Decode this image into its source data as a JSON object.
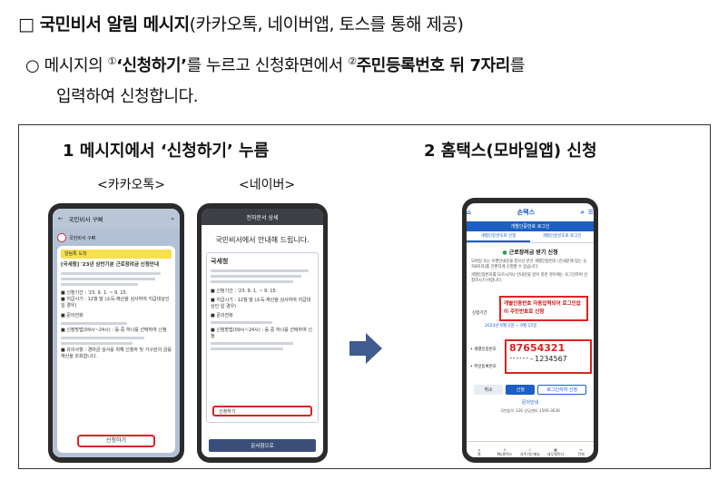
{
  "header": {
    "title_main": "□ 국민비서 알림 메시지",
    "title_sub": "(카카오톡, 네이버앱, 토스를 통해 제공)",
    "line2_a": "○ 메시지의 ",
    "sup1": "①",
    "line2_b": "‘신청하기’",
    "line2_c": "를 누르고 신청화면에서 ",
    "sup2": "②",
    "line2_d": "주민등록번호 뒤 7자리",
    "line2_e": "를",
    "line3": "입력하여 신청합니다."
  },
  "step1": {
    "heading": "1 메시지에서 ‘신청하기’ 누름",
    "kakao_label": "<카카오톡>",
    "naver_label": "<네이버>"
  },
  "step2": {
    "heading": "2 홈택스(모바일앱) 신청"
  },
  "kakao": {
    "chat_title": "국민비서 구삐",
    "sender": "국민비서 구삐",
    "notice": "알림톡 도착",
    "msg_title": "[국세청] '23년 상반기분 근로장려금 신청안내",
    "bullets": [
      "■ 신청기간 : '23. 9. 1. ~ 9. 15.",
      "■ 지급시기 : 12월 말 (소득·재산을 심사하여 지급대상인 일 경우)",
      "■ 문의전화",
      "■ 신청방법(09시~24시) : 등 중 하나를 선택하여 신청",
      "■ 유의사항 : 경마금 심사를 위해 신청자 및 가구원의 금융재산을 조회합니다."
    ],
    "apply_button": "신청하기"
  },
  "naver": {
    "top_title": "전자문서 상세",
    "intro": "국민비서에서 안내해 드립니다.",
    "org": "국세청",
    "bullets": [
      "■ 신청기간 : '23. 9. 1. ~ 9. 15.",
      "■ 지급시기 : 12월 말 (소득·재산을 심사하여 지급대상인 일 경우)",
      "■ 문의전화",
      "■ 신청방법(09시~24시) : 등 중 하나를 선택하여 신청"
    ],
    "apply_button": "신청하기",
    "footer_button": "문서함으로"
  },
  "hometax": {
    "brand": "손택스",
    "tab_title": "개별인증번호 로그인",
    "sub_tabs": [
      "개별인증번호로 신청",
      "개별인증번호로 로그인"
    ],
    "heading": "근로장려금 받기 신청",
    "desc1": "모바일 또는 우편안내문을 받으신 분은 개별인증번호 (안내문에 있는 숫자8자리)를 간편하게 신청할 수 있습니다.",
    "desc2": "개별인증번호를 모르시거나 안내문을 받지 못한 경우에는 로그인하여 신청하시기 바랍니다.",
    "callout": "개별인증번호 자동입력되어 로그인없이 주민번호로 신청",
    "period_label": "신청기간",
    "period_value": "2023년 9월 1일 ~ 9월 15일",
    "auth_label": "• 개별인증번호",
    "auth_value": "87654321",
    "rrn_label": "• 주민등록번호",
    "rrn_front": "••••••",
    "rrn_back": "1234567",
    "buttons": [
      "취소",
      "신청",
      "로그인하여 신청"
    ],
    "help": "문의안내",
    "phone_text": "국번없이 126  상담센터 1566-3636",
    "nav": [
      "홈",
      "My홈택스",
      "자주가는메뉴",
      "세무캘린더",
      "전체"
    ]
  }
}
